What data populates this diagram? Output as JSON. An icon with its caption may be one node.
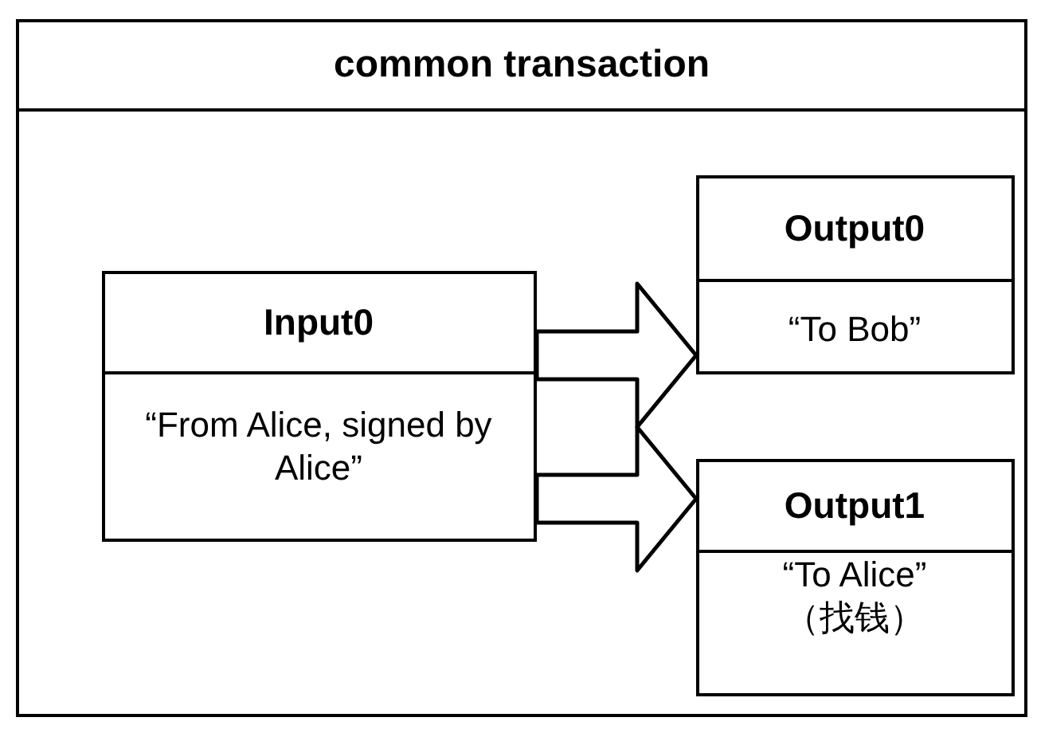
{
  "diagram": {
    "nodes": [
      {
        "text": [
          "common transaction"
        ]
      },
      {
        "text": [
          "Input0",
          "“From Alice, signed by Alice”"
        ],
        "in": 0
      },
      {
        "text": [
          "Output0",
          "“To Bob”"
        ],
        "in": 0
      },
      {
        "text": [
          "Output1",
          "“To Alice” （找钱）"
        ],
        "in": 0
      }
    ],
    "edges": [
      {
        "from": 1,
        "to": 2,
        "arrow": "to",
        "style": "thick"
      },
      {
        "from": 1,
        "to": 3,
        "arrow": "to",
        "style": "thick"
      }
    ]
  }
}
